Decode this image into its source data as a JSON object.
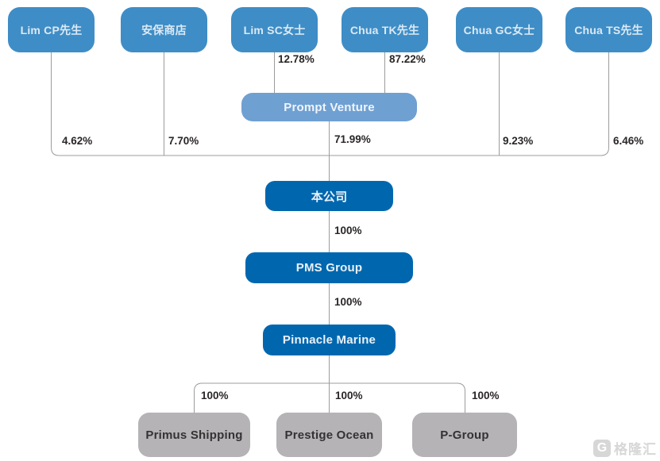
{
  "colors": {
    "node_blue": "#3e8dc6",
    "node_light_blue": "#6fa0d2",
    "node_dark_blue": "#0067af",
    "node_gray": "#b5b3b6",
    "line_gray": "#9c9c9c",
    "label_text": "#2a2627",
    "watermark_gray": "#d7d7d7"
  },
  "nodes": {
    "top_row": [
      {
        "label": "Lim CP先生"
      },
      {
        "label": "安保商店"
      },
      {
        "label": "Lim SC女士"
      },
      {
        "label": "Chua TK先生"
      },
      {
        "label": "Chua GC女士"
      },
      {
        "label": "Chua TS先生"
      }
    ],
    "prompt_venture": "Prompt Venture",
    "company": "本公司",
    "pms_group": "PMS Group",
    "pinnacle_marine": "Pinnacle Marine",
    "subsidiaries": [
      {
        "label": "Primus Shipping"
      },
      {
        "label": "Prestige Ocean"
      },
      {
        "label": "P-Group"
      }
    ]
  },
  "percent_labels": {
    "lim_sc_to_prompt": "12.78%",
    "chua_tk_to_prompt": "87.22%",
    "lim_cp_to_company": "4.62%",
    "anbao_to_company": "7.70%",
    "prompt_to_company": "71.99%",
    "chua_gc_to_company": "9.23%",
    "chua_ts_to_company": "6.46%",
    "company_to_pms": "100%",
    "pms_to_pinnacle": "100%",
    "pinnacle_to_primus": "100%",
    "pinnacle_to_prestige": "100%",
    "pinnacle_to_pgroup": "100%"
  },
  "watermark": {
    "logo_letter": "G",
    "brand": "格隆汇"
  }
}
